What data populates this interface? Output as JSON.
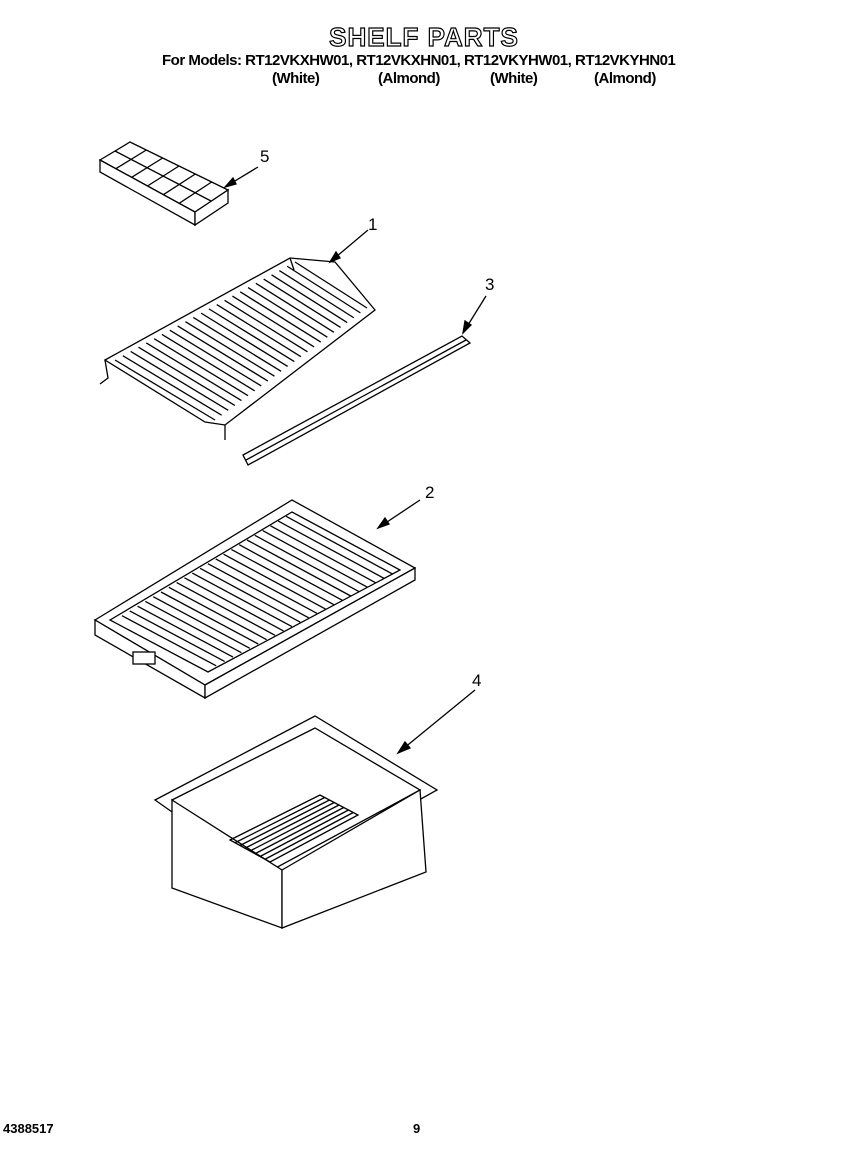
{
  "header": {
    "title": "SHELF PARTS",
    "models_prefix": "For Models:",
    "models": [
      "RT12VKXHW01",
      "RT12VKXHN01",
      "RT12VKYHW01",
      "RT12VKYHN01"
    ],
    "colors": [
      "(White)",
      "(Almond)",
      "(White)",
      "(Almond)"
    ]
  },
  "callouts": [
    "1",
    "2",
    "3",
    "4",
    "5"
  ],
  "footer": {
    "doc_number": "4388517",
    "page_number": "9"
  }
}
